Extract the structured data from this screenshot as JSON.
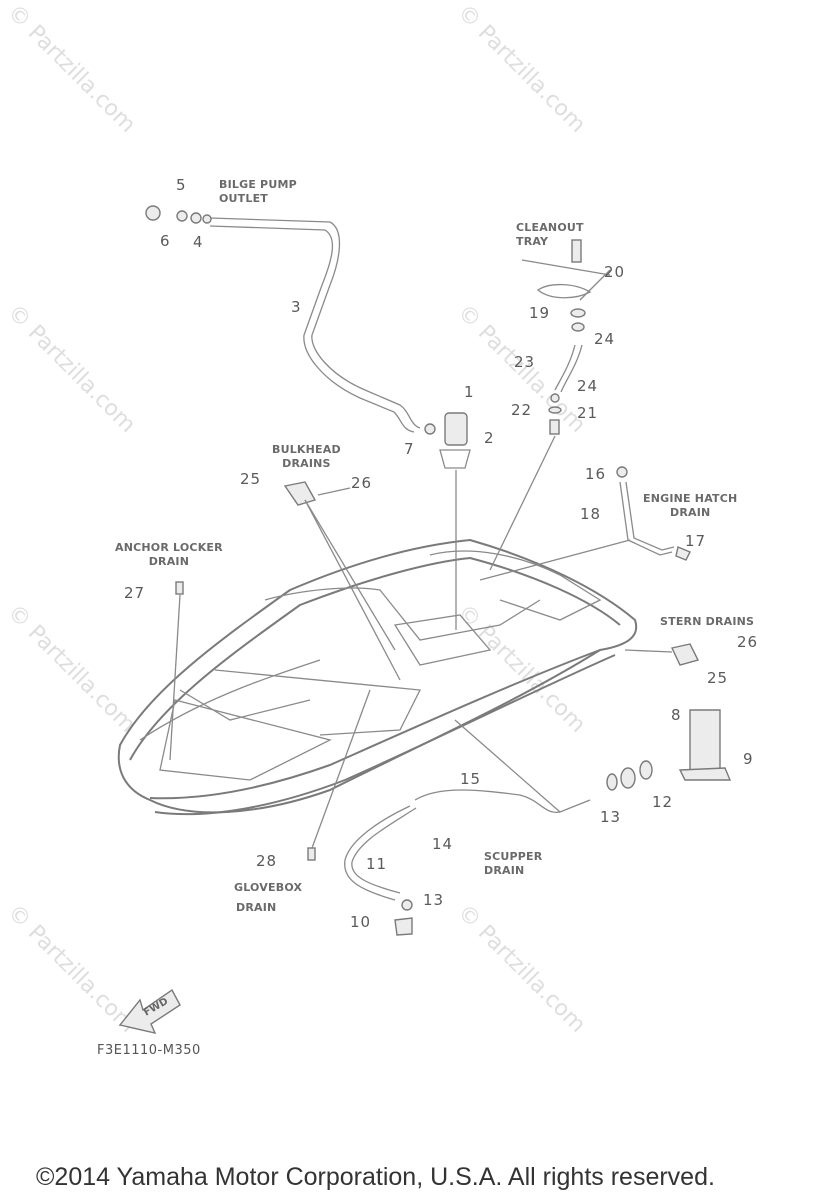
{
  "watermarks": [
    "© Partzilla.com",
    "© Partzilla.com",
    "© Partzilla.com",
    "© Partzilla.com",
    "© Partzilla.com",
    "© Partzilla.com",
    "© Partzilla.com",
    "© Partzilla.com"
  ],
  "labels": {
    "bilge_pump_outlet": [
      "BILGE PUMP",
      "OUTLET"
    ],
    "cleanout_tray": [
      "CLEANOUT",
      "TRAY"
    ],
    "bulkhead_drains": [
      "BULKHEAD",
      "DRAINS"
    ],
    "engine_hatch_drain": [
      "ENGINE HATCH",
      "DRAIN"
    ],
    "anchor_locker_drain": [
      "ANCHOR LOCKER",
      "DRAIN"
    ],
    "stern_drains": "STERN DRAINS",
    "scupper_drain": [
      "SCUPPER",
      "DRAIN"
    ],
    "glovebox_drain": [
      "GLOVEBOX",
      "DRAIN"
    ]
  },
  "part_numbers": [
    "5",
    "6",
    "4",
    "3",
    "1",
    "2",
    "7",
    "20",
    "19",
    "24",
    "23",
    "24",
    "22",
    "21",
    "16",
    "18",
    "17",
    "25",
    "26",
    "27",
    "26",
    "25",
    "8",
    "9",
    "15",
    "12",
    "13",
    "14",
    "11",
    "28",
    "13",
    "10"
  ],
  "fwd_label": "FWD",
  "diagram_code": "F3E1110-M350",
  "copyright": "©2014  Yamaha Motor Corporation, U.S.A. All rights reserved."
}
